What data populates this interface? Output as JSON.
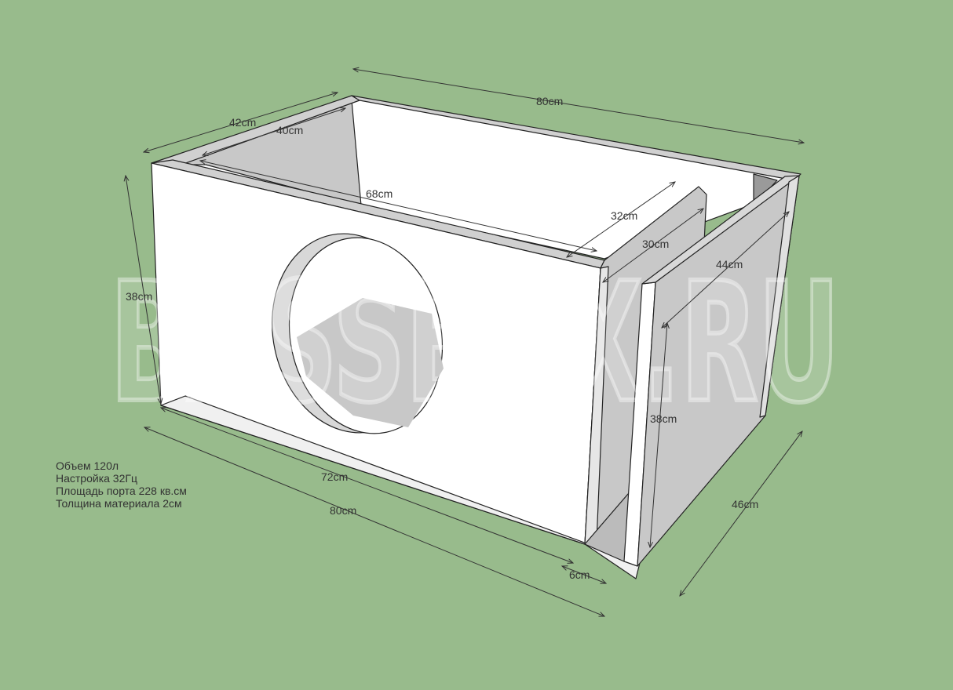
{
  "watermark": "BASSBOX.RU",
  "dimensions": {
    "top_length": "80cm",
    "side_outer_depth": "42cm",
    "side_inner_depth": "40cm",
    "inner_length": "68cm",
    "port_depth_outer": "32cm",
    "port_depth_inner": "30cm",
    "side_inner_height": "44cm",
    "height": "38cm",
    "port_height": "38cm",
    "bottom_inner_length": "72cm",
    "bottom_outer_length": "80cm",
    "port_width": "6cm",
    "depth": "46cm"
  },
  "specs": [
    "Объем 120л",
    "Настройка 32Гц",
    "Площадь порта 228 кв.см",
    "Толщина материала 2см"
  ],
  "colors": {
    "background": "#98bb8c",
    "panel": "#ffffff",
    "shade": "#c8c8c8"
  }
}
